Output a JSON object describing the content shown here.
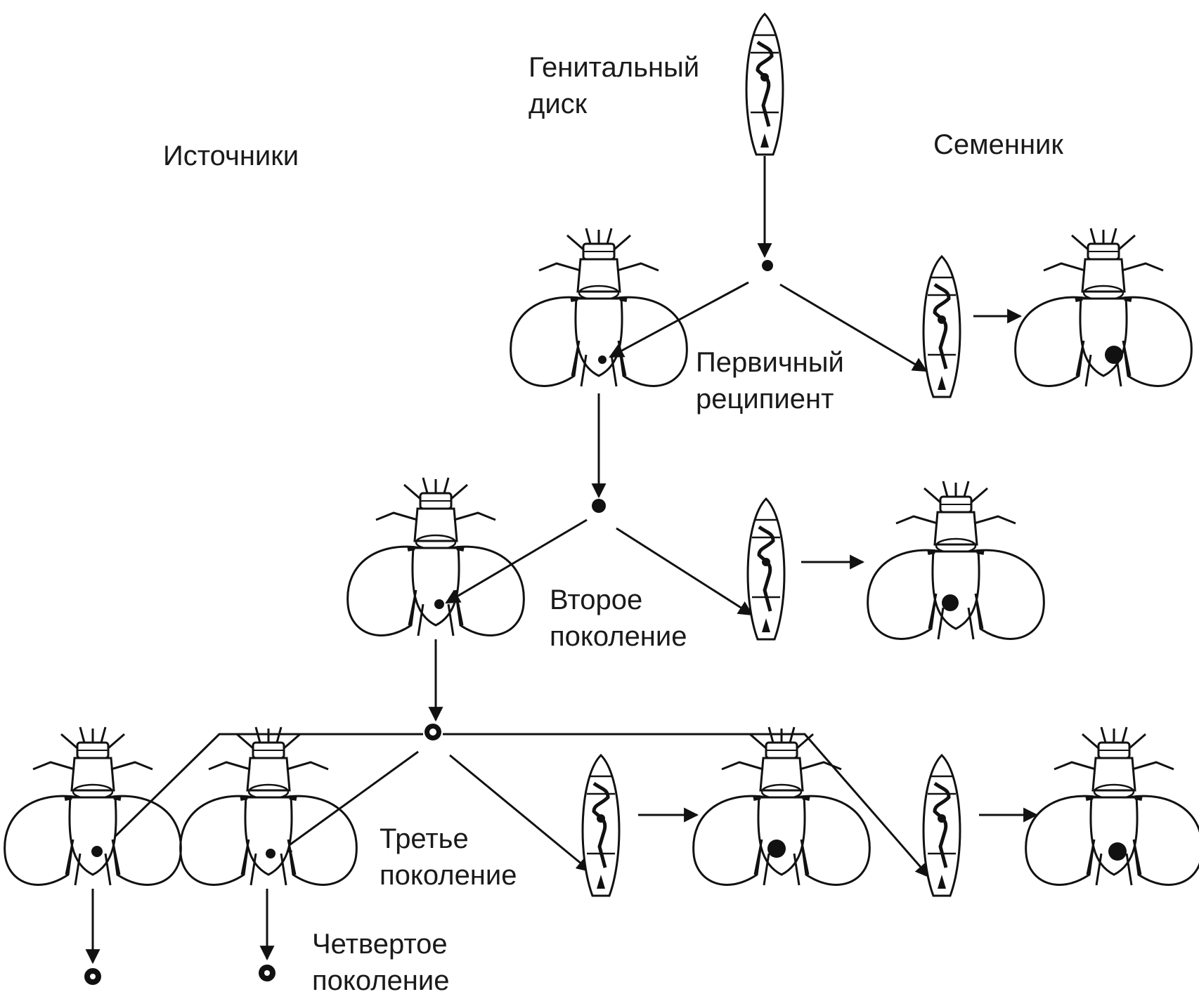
{
  "labels": {
    "genital_disc": [
      "Генитальный",
      "диск"
    ],
    "sources": "Источники",
    "testis": "Семенник",
    "primary_recipient": [
      "Первичный",
      "реципиент"
    ],
    "second_generation": [
      "Второе",
      "поколение"
    ],
    "third_generation": [
      "Третье",
      "поколение"
    ],
    "fourth_generation": [
      "Четвертое",
      "поколение"
    ]
  },
  "colors": {
    "ink": "#111111",
    "background": "#ffffff"
  },
  "icons": [
    "larva-icon",
    "adult-fly-icon",
    "implant-dot-icon"
  ]
}
